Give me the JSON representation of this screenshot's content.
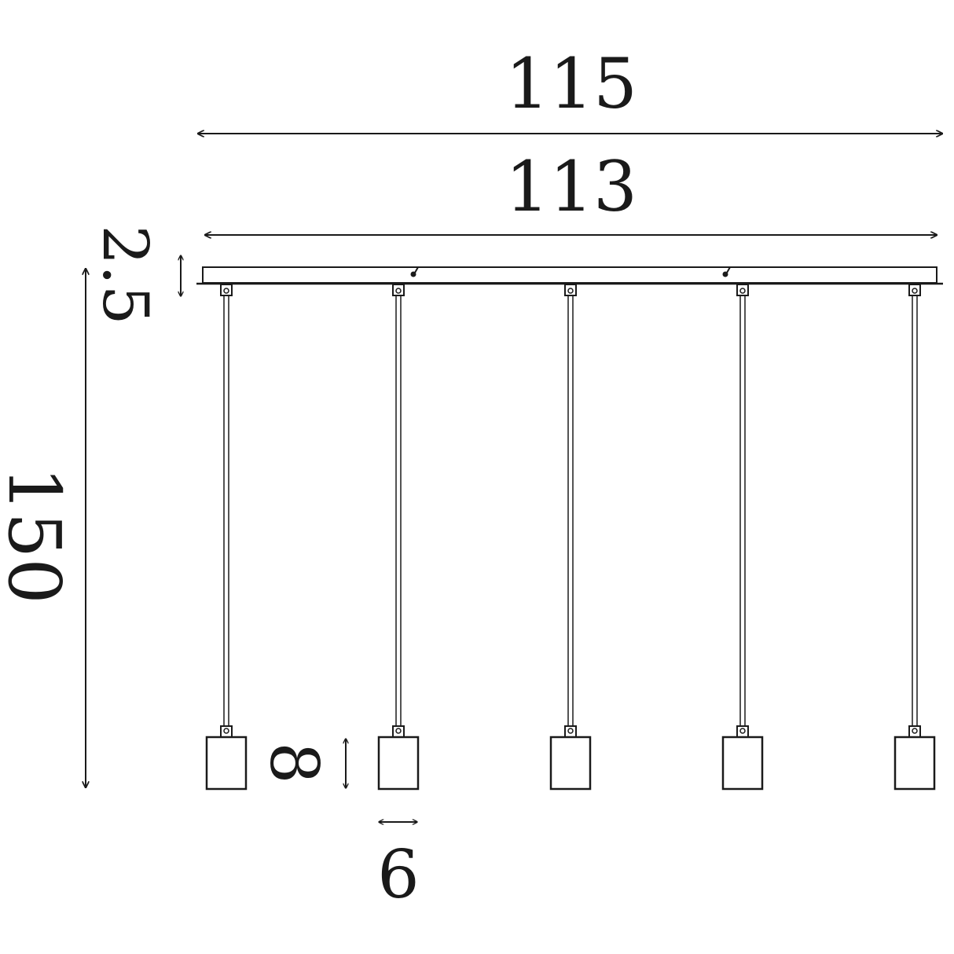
{
  "diagram": {
    "units": "",
    "stroke_color": "#1a1a1a",
    "background_color": "#ffffff",
    "dimensions": {
      "overall_width": "115",
      "canopy_width": "113",
      "canopy_height": "2.5",
      "total_height": "150",
      "shade_height": "8",
      "shade_width": "6"
    },
    "pendant_count": 5
  }
}
